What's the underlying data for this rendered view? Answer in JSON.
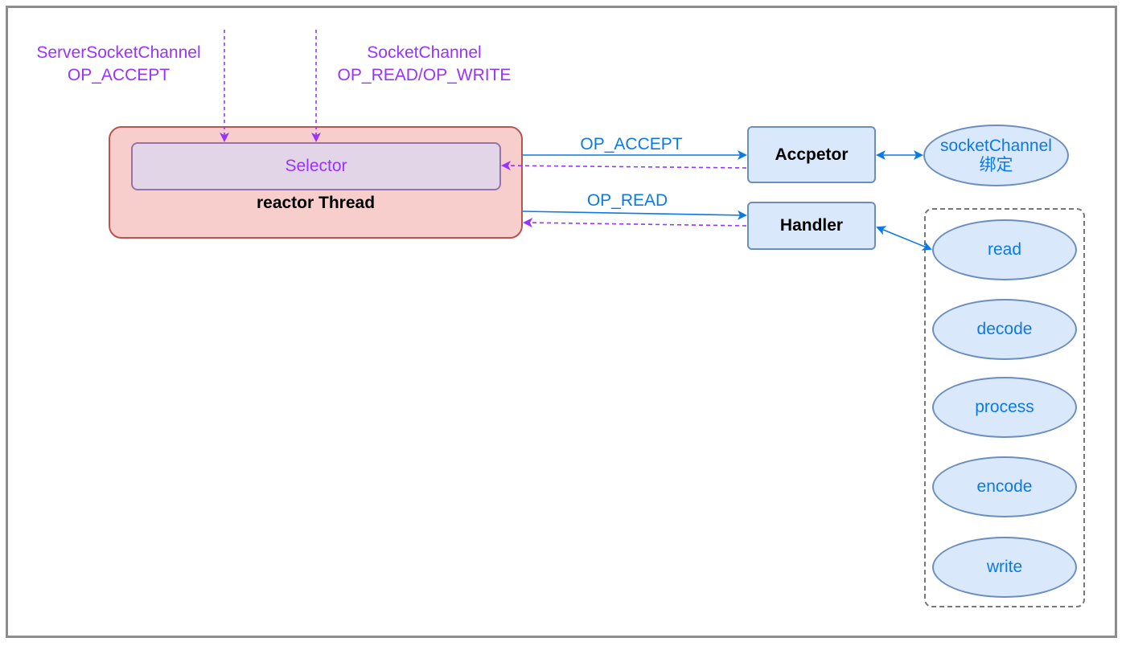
{
  "labels": {
    "server_channel": "ServerSocketChannel",
    "server_op": "OP_ACCEPT",
    "socket_channel": "SocketChannel",
    "socket_op": "OP_READ/OP_WRITE",
    "edge_accept": "OP_ACCEPT",
    "edge_read": "OP_READ"
  },
  "nodes": {
    "selector": "Selector",
    "reactor": "reactor Thread",
    "acceptor": "Accpetor",
    "handler": "Handler",
    "socket_channel_line1": "socketChannel",
    "socket_channel_line2": "绑定"
  },
  "pipeline": [
    "read",
    "decode",
    "process",
    "encode",
    "write"
  ],
  "colors": {
    "purple": "#9933ff",
    "blue": "#0b7ae6",
    "reactor_fill": "#f8cecc",
    "selector_fill": "#e1d5e7",
    "node_fill": "#dae8fc"
  }
}
